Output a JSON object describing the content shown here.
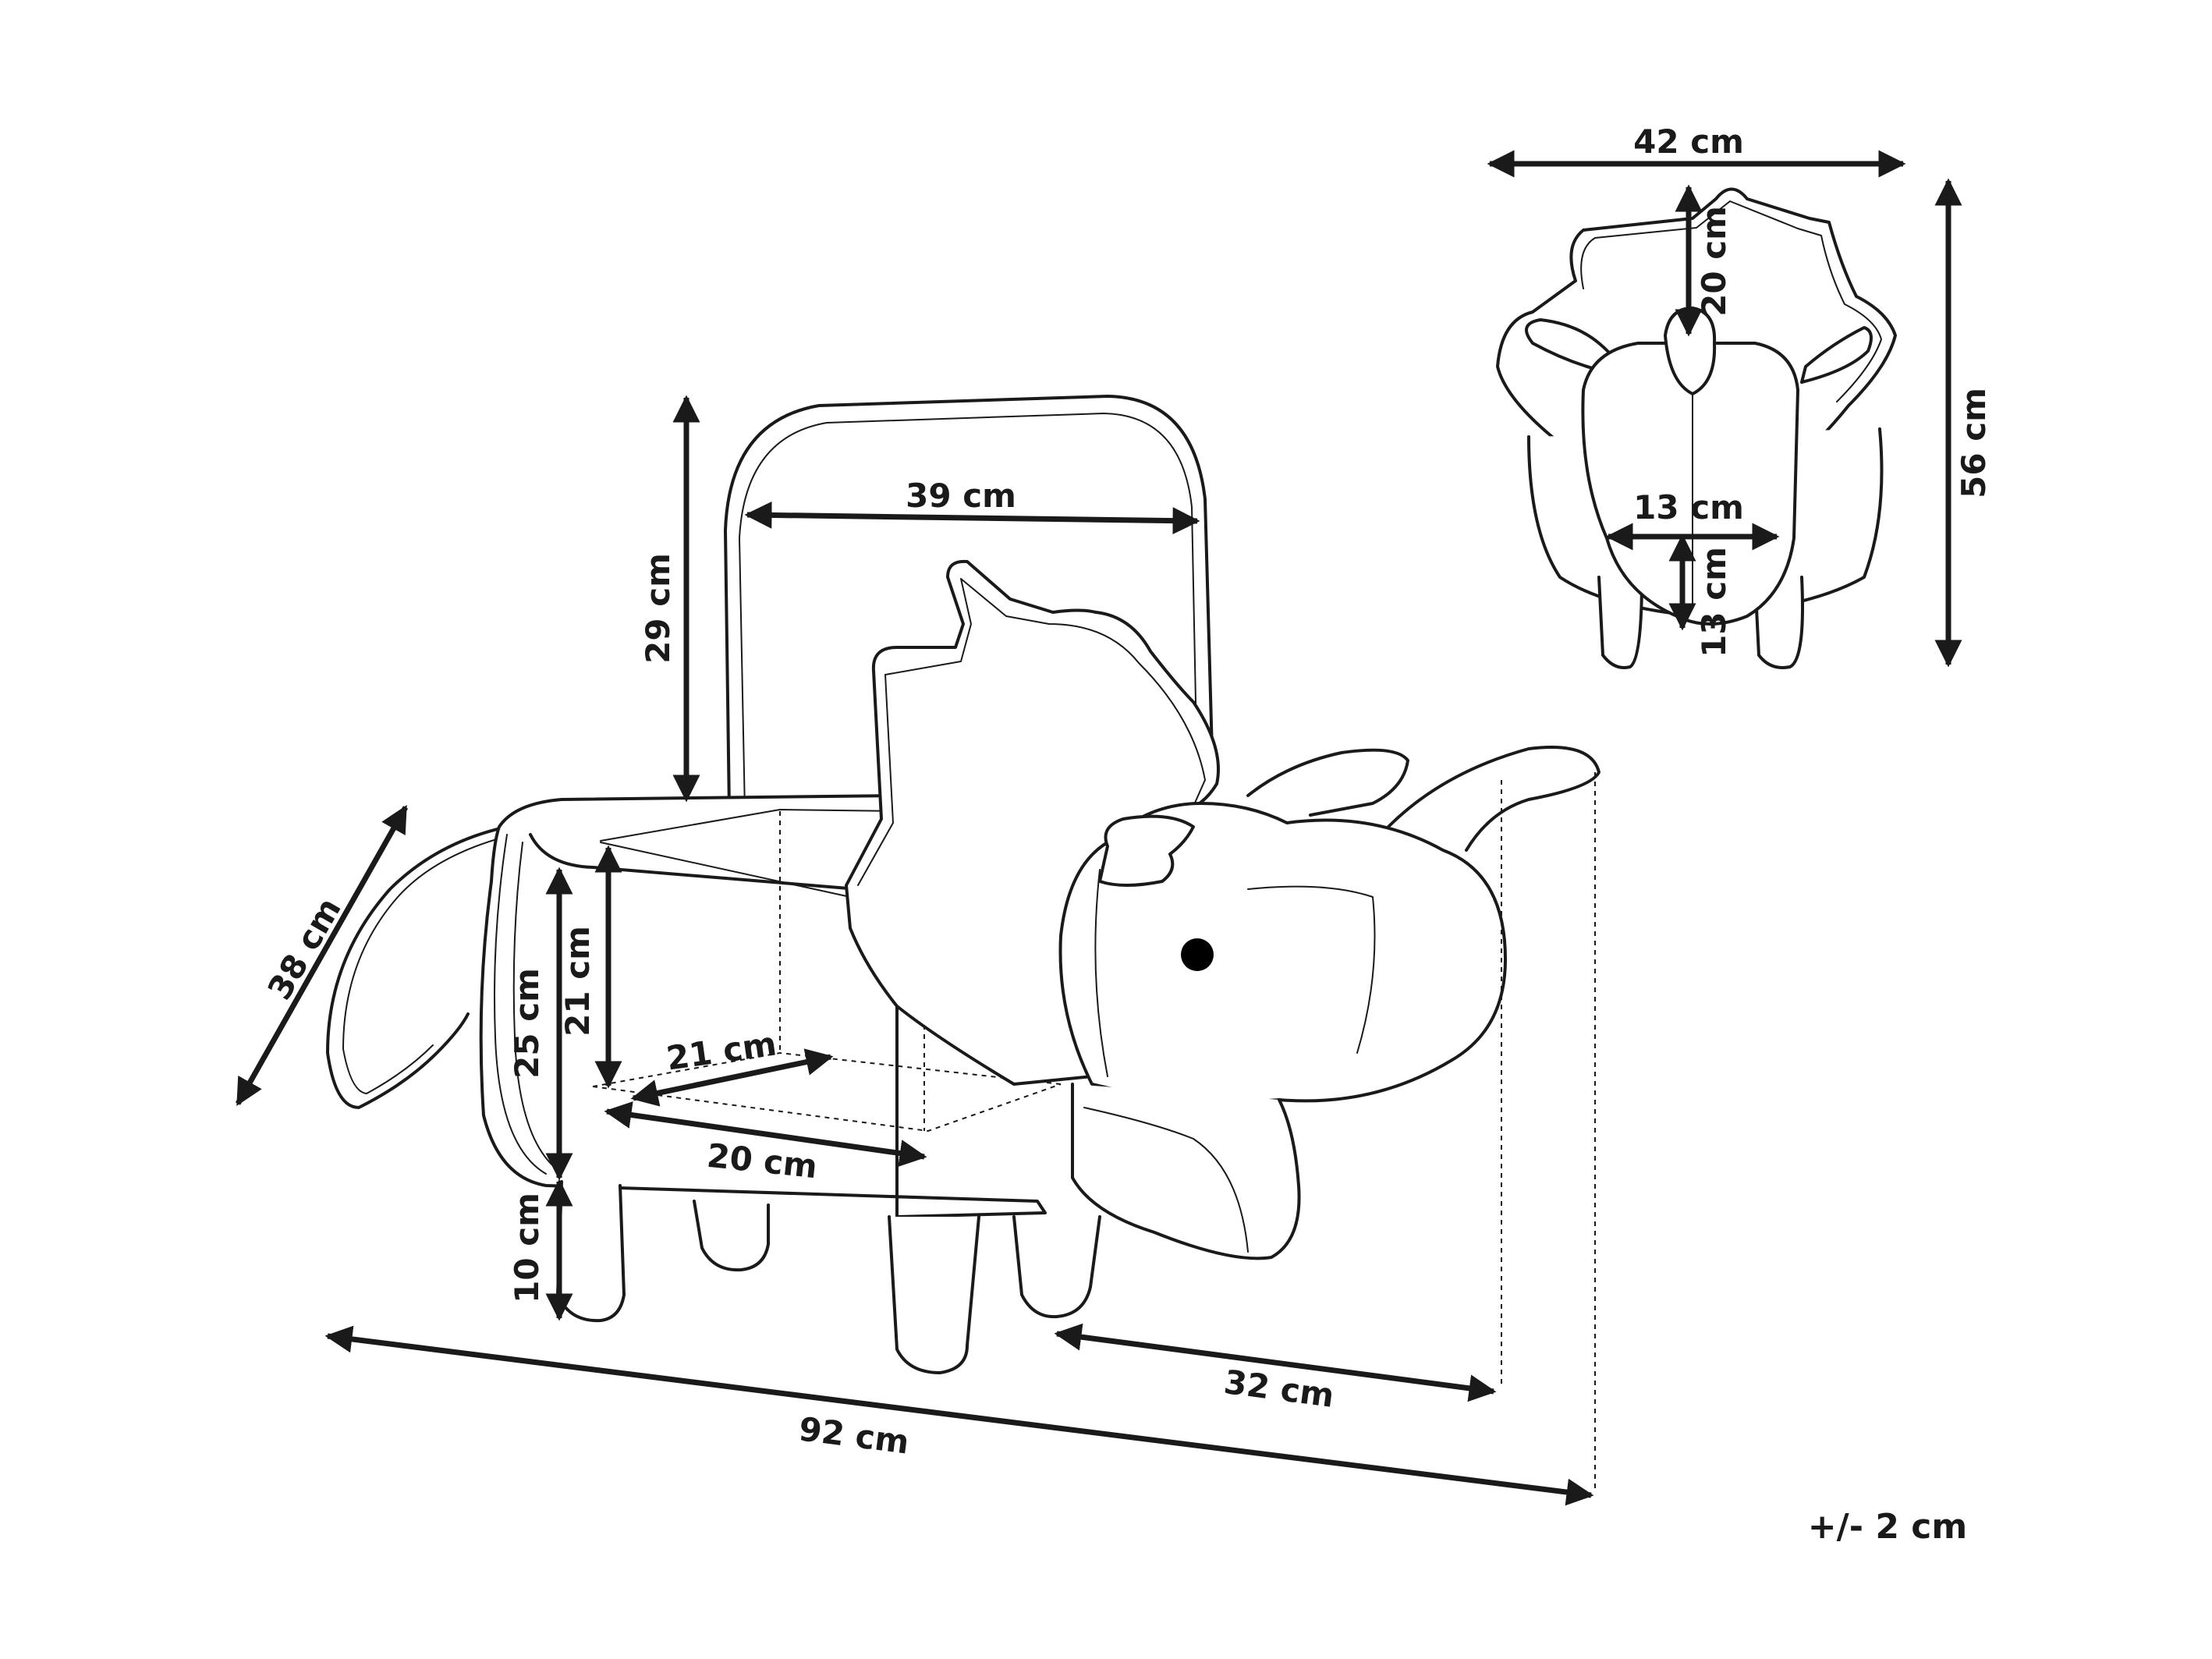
{
  "dimensions": {
    "overall_length": "92 cm",
    "head_depth": "32 cm",
    "body_depth": "38 cm",
    "seat_height": "25 cm",
    "leg_height": "10 cm",
    "storage_height": "21 cm",
    "storage_width": "21 cm",
    "storage_length": "20 cm",
    "lid_height": "29 cm",
    "lid_width": "39 cm",
    "front_width": "42 cm",
    "total_height": "56 cm",
    "frill_height": "20 cm",
    "face_width": "13 cm",
    "face_height": "13 cm"
  },
  "tolerance": "+/- 2 cm"
}
